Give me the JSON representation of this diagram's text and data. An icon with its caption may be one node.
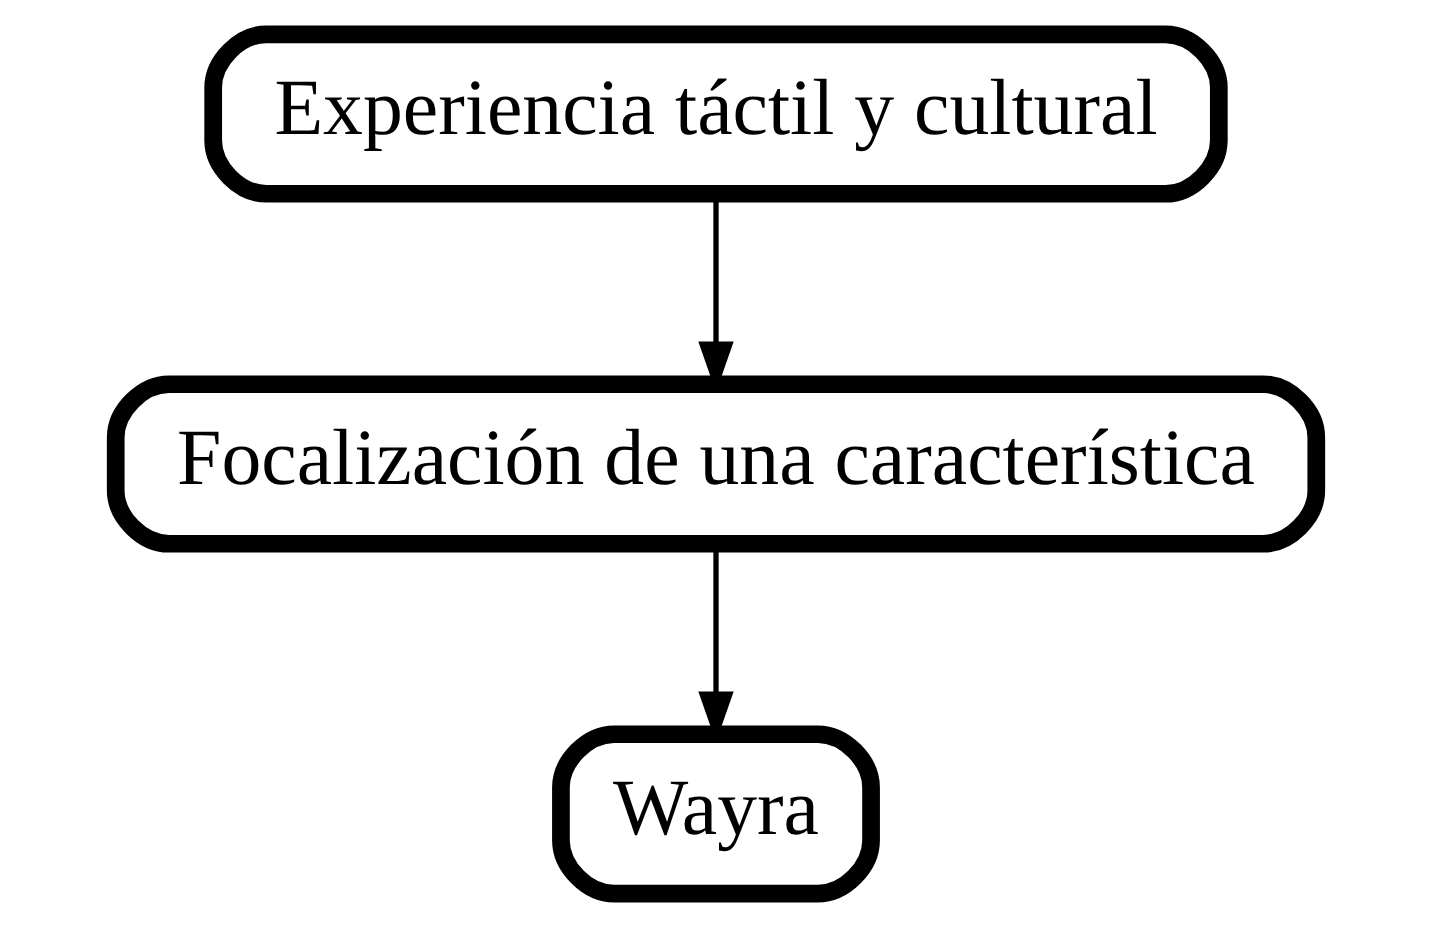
{
  "diagram": {
    "nodes": [
      {
        "text": [
          "Experiencia táctil y cultural"
        ]
      },
      {
        "text": [
          "Focalización de una característica"
        ]
      },
      {
        "text": [
          "Wayra"
        ]
      }
    ],
    "edges": [
      {
        "from": 0,
        "to": 1,
        "arrow": "to"
      },
      {
        "from": 1,
        "to": 2,
        "arrow": "to"
      }
    ]
  }
}
